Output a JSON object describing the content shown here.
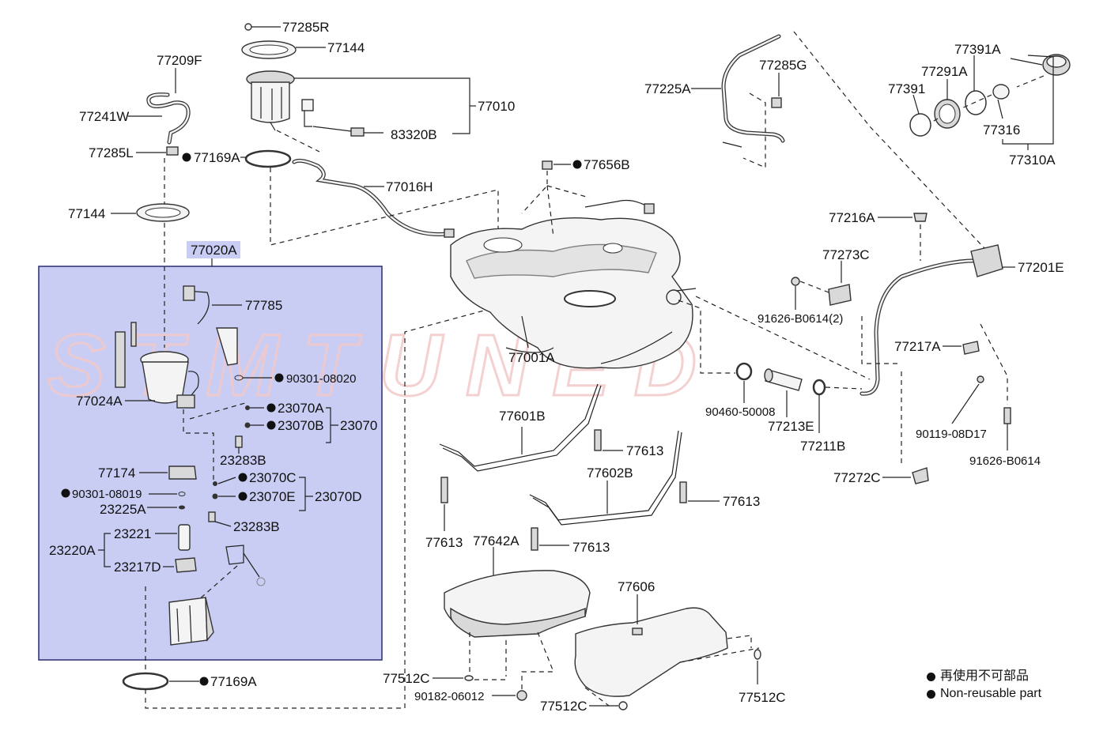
{
  "watermark": "STMTUNED",
  "group_label": "77020A",
  "labels": {
    "p77285R": "77285R",
    "p77144_top": "77144",
    "p77010": "77010",
    "p83320B": "83320B",
    "p77209F": "77209F",
    "p77241W": "77241W",
    "p77285L": "77285L",
    "p77169A_top": "77169A",
    "p77016H": "77016H",
    "p77144_left": "77144",
    "p77785": "77785",
    "p90301_08020": "90301-08020",
    "p77024A": "77024A",
    "p23070A": "23070A",
    "p23070B": "23070B",
    "p23070": "23070",
    "p23283B_a": "23283B",
    "p77174": "77174",
    "p23070C": "23070C",
    "p23070E": "23070E",
    "p23070D": "23070D",
    "p90301_08019": "90301-08019",
    "p23225A": "23225A",
    "p23283B_b": "23283B",
    "p23221": "23221",
    "p23220A": "23220A",
    "p23217D": "23217D",
    "p77169A_bottom": "77169A",
    "p77225A": "77225A",
    "p77285G": "77285G",
    "p77656B": "77656B",
    "p77391A": "77391A",
    "p77291A": "77291A",
    "p77391": "77391",
    "p77316": "77316",
    "p77310A": "77310A",
    "p77216A": "77216A",
    "p77273C": "77273C",
    "p77201E": "77201E",
    "p91626_B0614_2": "91626-B0614(2)",
    "p77001A": "77001A",
    "p77217A": "77217A",
    "p90460_50008": "90460-50008",
    "p77213E": "77213E",
    "p77211B": "77211B",
    "p90119_08D17": "90119-08D17",
    "p91626_B0614": "91626-B0614",
    "p77272C": "77272C",
    "p77601B": "77601B",
    "p77613_a": "77613",
    "p77602B": "77602B",
    "p77613_b": "77613",
    "p77613_c": "77613",
    "p77613_d": "77613",
    "p77642A": "77642A",
    "p77606": "77606",
    "p77512C_a": "77512C",
    "p90182_06012": "90182-06012",
    "p77512C_b": "77512C",
    "p77512C_c": "77512C"
  },
  "legend": {
    "ja": "再使用不可部品",
    "en": "Non-reusable part"
  },
  "colors": {
    "group_box_fill": "#c9cdf3",
    "group_box_stroke": "#2b2b6e",
    "group_label_fill": "#c9cdf3",
    "watermark": "#f3c9c9"
  }
}
